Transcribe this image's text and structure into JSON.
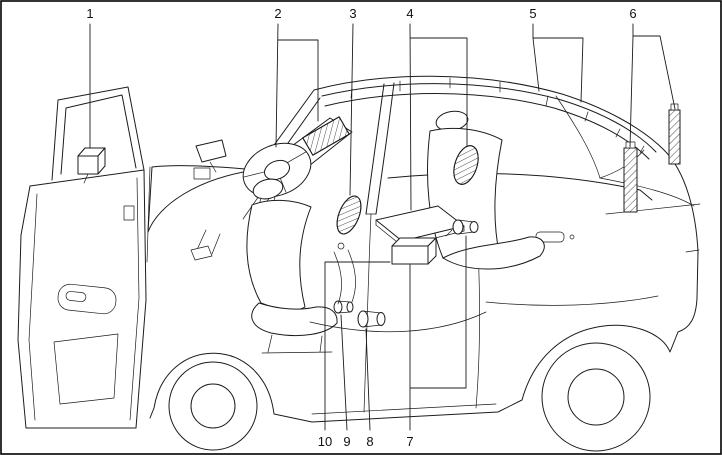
{
  "figure": {
    "background_color": "#ffffff",
    "line_color": "#1c1c1c",
    "description": "Line-art cutaway side view of a four-door sedan with an opened front door, showing restraint-system component locations marked by numbered callouts"
  },
  "callouts": {
    "top": [
      {
        "label": "1"
      },
      {
        "label": "2"
      },
      {
        "label": "3"
      },
      {
        "label": "4"
      },
      {
        "label": "5"
      },
      {
        "label": "6"
      }
    ],
    "bottom": [
      {
        "label": "10"
      },
      {
        "label": "9"
      },
      {
        "label": "8"
      },
      {
        "label": "7"
      }
    ]
  }
}
